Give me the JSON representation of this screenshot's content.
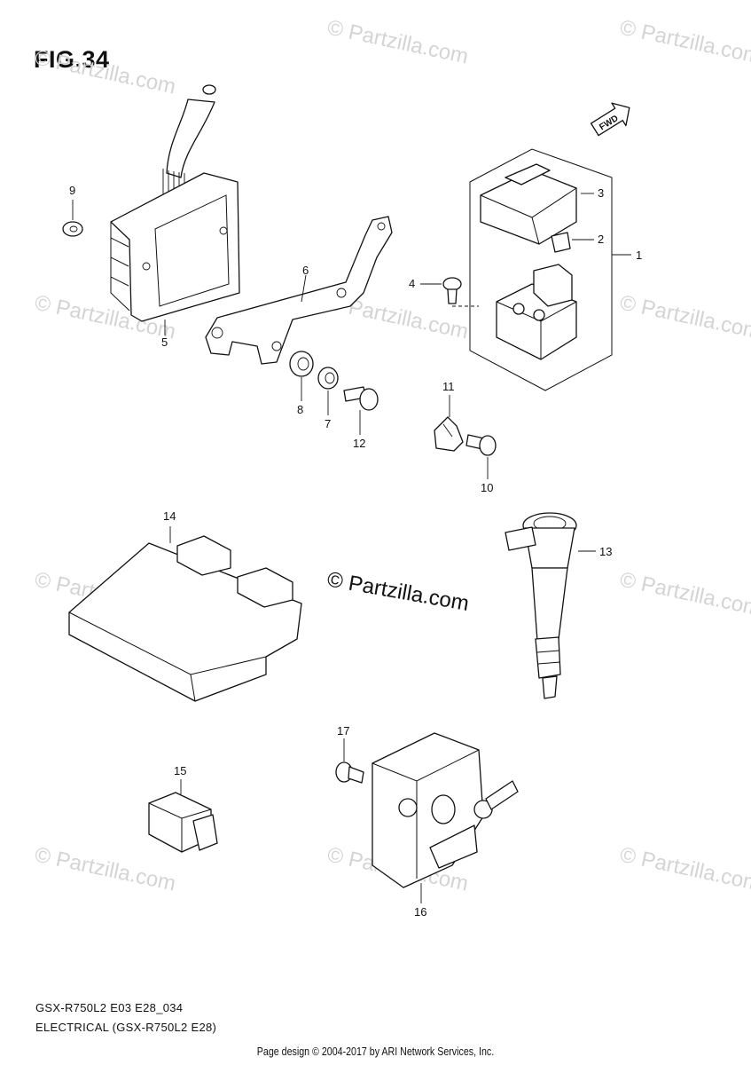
{
  "figure": {
    "title": "FIG.34",
    "model_code": "GSX-R750L2 E03 E28_034",
    "section": "ELECTRICAL (GSX-R750L2 E28)",
    "credit": "Page design © 2004-2017 by ARI Network Services, Inc.",
    "center_watermark": "© Partzilla.com",
    "tile_watermark": "© Partzilla.com",
    "fwd_label": "FWD"
  },
  "callouts": {
    "c1": "1",
    "c2": "2",
    "c3": "3",
    "c4": "4",
    "c5": "5",
    "c6": "6",
    "c7": "7",
    "c8": "8",
    "c9": "9",
    "c10": "10",
    "c11": "11",
    "c12": "12",
    "c13": "13",
    "c14": "14",
    "c15": "15",
    "c16": "16",
    "c17": "17"
  }
}
